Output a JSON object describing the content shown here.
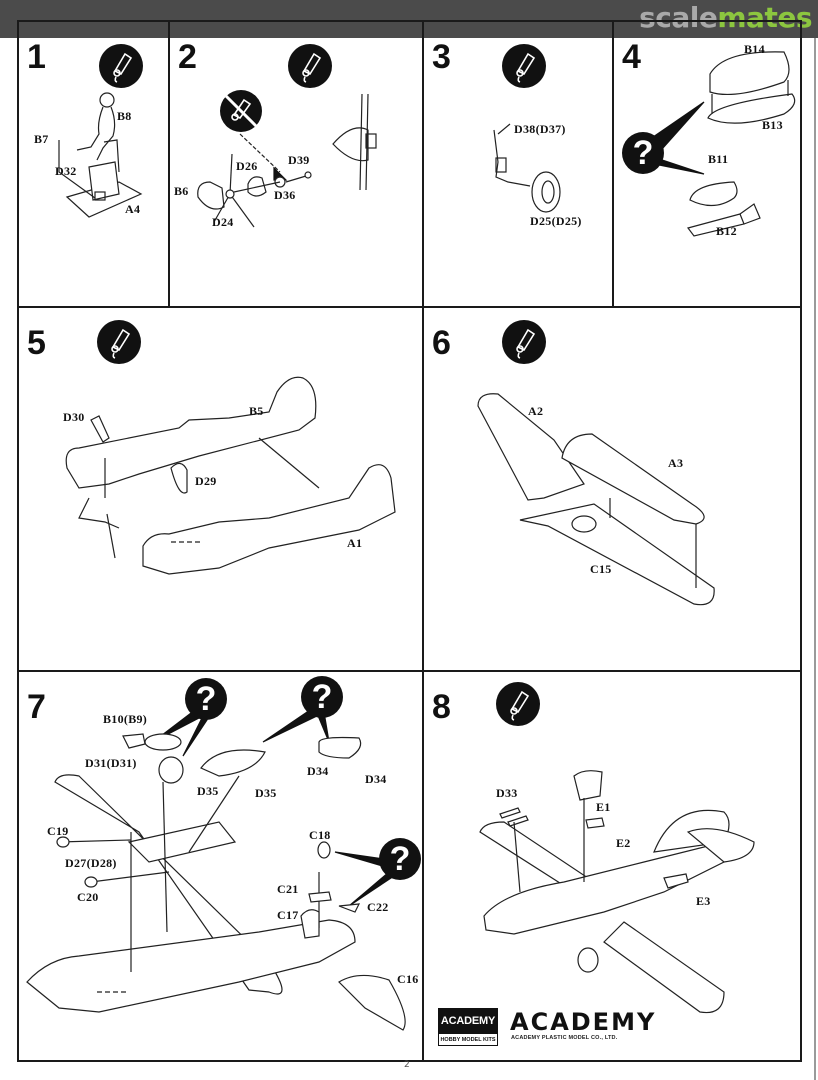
{
  "header": {
    "brand_part1": "scale",
    "brand_part2": "mates",
    "brand_colors": {
      "grey": "#a9a9a9",
      "green": "#8cc63f",
      "band": "#4b4b4b"
    }
  },
  "steps": [
    {
      "number": "1",
      "icons": [
        "glue-icon"
      ],
      "parts": [
        "B8",
        "B7",
        "D32",
        "A4"
      ]
    },
    {
      "number": "2",
      "icons": [
        "glue-icon",
        "no-glue-icon"
      ],
      "parts": [
        "D26",
        "D39",
        "B6",
        "D36",
        "D24"
      ]
    },
    {
      "number": "3",
      "icons": [
        "glue-icon"
      ],
      "parts": [
        "D38(D37)",
        "D25(D25)"
      ]
    },
    {
      "number": "4",
      "icons": [
        "option-question-icon"
      ],
      "parts": [
        "B14",
        "B13",
        "B11",
        "B12"
      ]
    },
    {
      "number": "5",
      "icons": [
        "glue-icon"
      ],
      "parts": [
        "D30",
        "B5",
        "D29",
        "A1"
      ]
    },
    {
      "number": "6",
      "icons": [
        "glue-icon"
      ],
      "parts": [
        "A2",
        "A3",
        "C15"
      ]
    },
    {
      "number": "7",
      "icons": [
        "option-question-icon",
        "option-question-icon",
        "option-question-icon"
      ],
      "parts": [
        "B10(B9)",
        "D31(D31)",
        "D35",
        "D35",
        "D34",
        "D34",
        "C19",
        "D27(D28)",
        "C20",
        "C18",
        "C21",
        "C22",
        "C17",
        "C16"
      ]
    },
    {
      "number": "8",
      "icons": [
        "glue-icon"
      ],
      "parts": [
        "D33",
        "E1",
        "E2",
        "E3"
      ]
    }
  ],
  "question_mark": "?",
  "footer": {
    "logo_box_top": "ACADEMY",
    "logo_box_bottom": "HOBBY MODEL KITS",
    "logo_word": "ACADEMY",
    "logo_sub": "ACADEMY PLASTIC MODEL CO., LTD.",
    "page_number": "2"
  }
}
